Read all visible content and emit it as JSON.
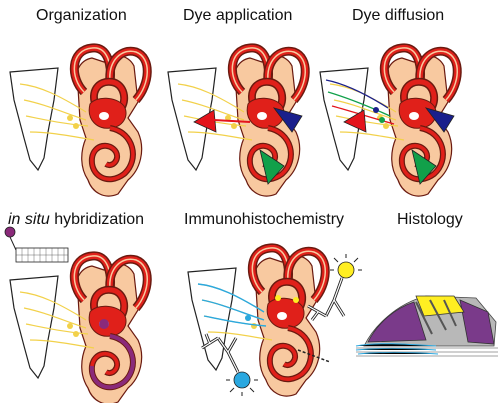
{
  "panels": [
    {
      "title": "Organization"
    },
    {
      "title": "Dye application"
    },
    {
      "title": "Dye diffusion"
    },
    {
      "title_italic": "in situ",
      "title_rest": " hybridization"
    },
    {
      "title": "Immunohistochemistry"
    },
    {
      "title": "Histology"
    }
  ],
  "colors": {
    "tissue": "#f8c9a0",
    "labyrinth_red": "#e0201a",
    "outline": "#6a1a10",
    "nerve_yellow": "#f2d14a",
    "dye_red": "#e4141c",
    "dye_blue": "#1a1f8c",
    "dye_green": "#11a04a",
    "ish_purple": "#8a2a7a",
    "ihc_cyan": "#2aa8e0",
    "ihc_yellow": "#ffee22",
    "histology_gray": "#b8b8b8",
    "histology_purple": "#7a3a8a"
  }
}
